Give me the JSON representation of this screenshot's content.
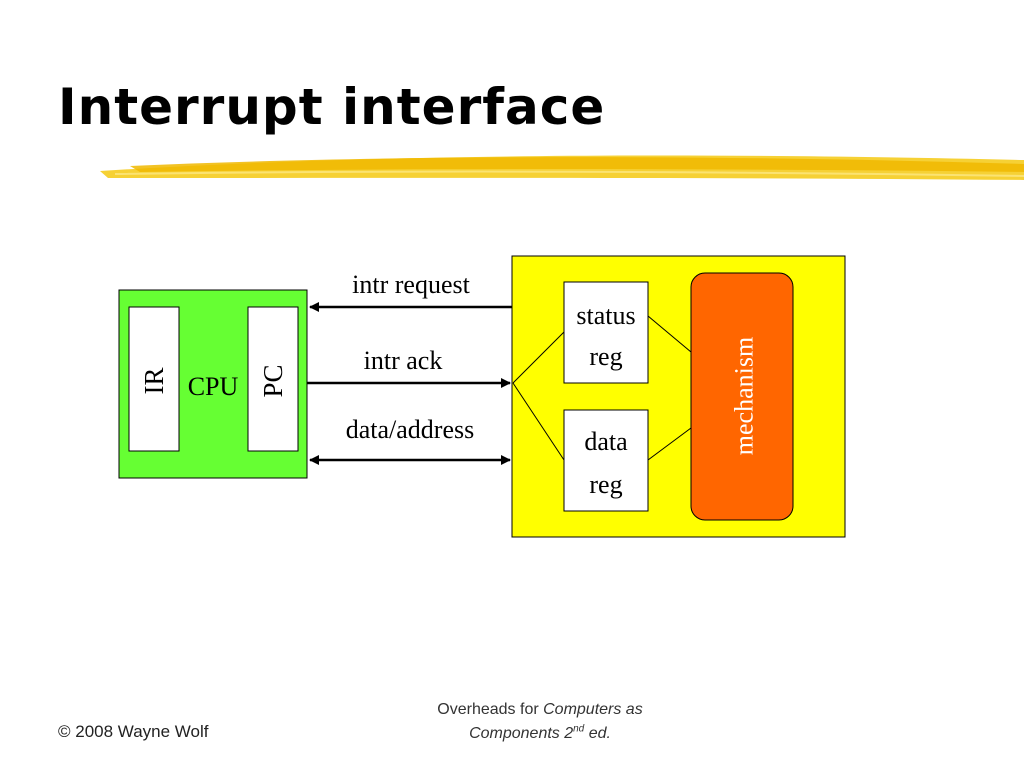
{
  "slide": {
    "title": "Interrupt interface"
  },
  "diagram": {
    "cpu_label": "CPU",
    "ir_label": "IR",
    "pc_label": "PC",
    "signals": {
      "intr_request": "intr request",
      "intr_ack": "intr ack",
      "data_address": "data/address"
    },
    "status_reg": [
      "status",
      "reg"
    ],
    "data_reg": [
      "data",
      "reg"
    ],
    "mechanism_label": "mechanism",
    "colors": {
      "cpu_fill": "#66ff33",
      "device_fill": "#ffff00",
      "mechanism_fill": "#ff6600",
      "register_fill": "#ffffff",
      "underline_highlight": "#f2c200"
    }
  },
  "footer": {
    "copyright": "© 2008 Wayne Wolf",
    "overheads_prefix": "Overheads for ",
    "book_title_part1": "Computers as",
    "book_title_part2": "Components 2",
    "edition_sup": "nd",
    "edition_suffix": " ed."
  }
}
